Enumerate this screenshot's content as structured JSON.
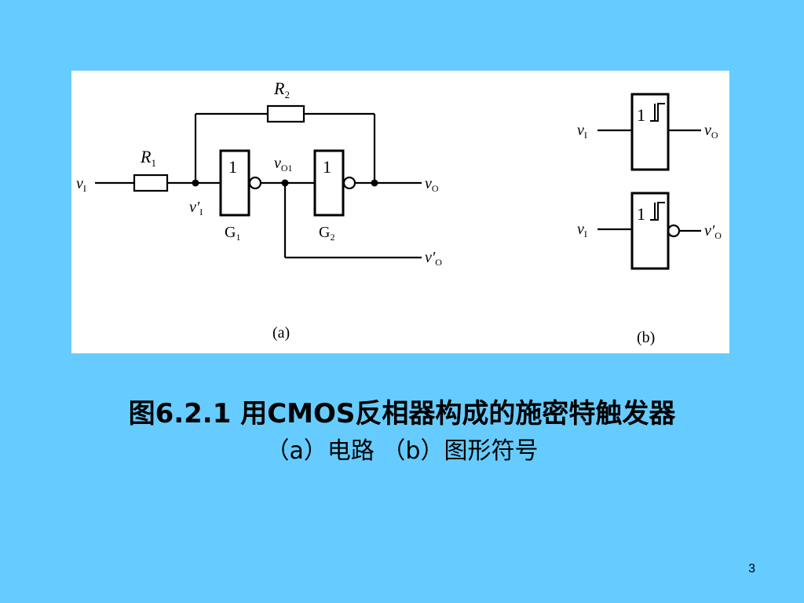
{
  "figure": {
    "circuit_a": {
      "resistor_r2_label": "R",
      "resistor_r2_sub": "2",
      "resistor_r1_label": "R",
      "resistor_r1_sub": "1",
      "input_label": "v",
      "input_sub": "I",
      "node_vi_prime_label": "v′",
      "node_vi_prime_sub": "I",
      "node_vo1_label": "v",
      "node_vo1_sub": "O1",
      "output_label": "v",
      "output_sub": "O",
      "output_prime_label": "v′",
      "output_prime_sub": "O",
      "gate1_symbol": "1",
      "gate1_label": "G",
      "gate1_sub": "1",
      "gate2_symbol": "1",
      "gate2_label": "G",
      "gate2_sub": "2",
      "panel_label": "(a)"
    },
    "symbol_b": {
      "top_input_label": "v",
      "top_input_sub": "I",
      "top_output_label": "v",
      "top_output_sub": "O",
      "top_gate_symbol": "1",
      "bottom_input_label": "v",
      "bottom_input_sub": "I",
      "bottom_output_label": "v′",
      "bottom_output_sub": "O",
      "bottom_gate_symbol": "1",
      "panel_label": "(b)"
    }
  },
  "caption": {
    "title": "图6.2.1    用CMOS反相器构成的施密特触发器",
    "subtitle": "（a）电路  （b）图形符号"
  },
  "page_number": "3"
}
